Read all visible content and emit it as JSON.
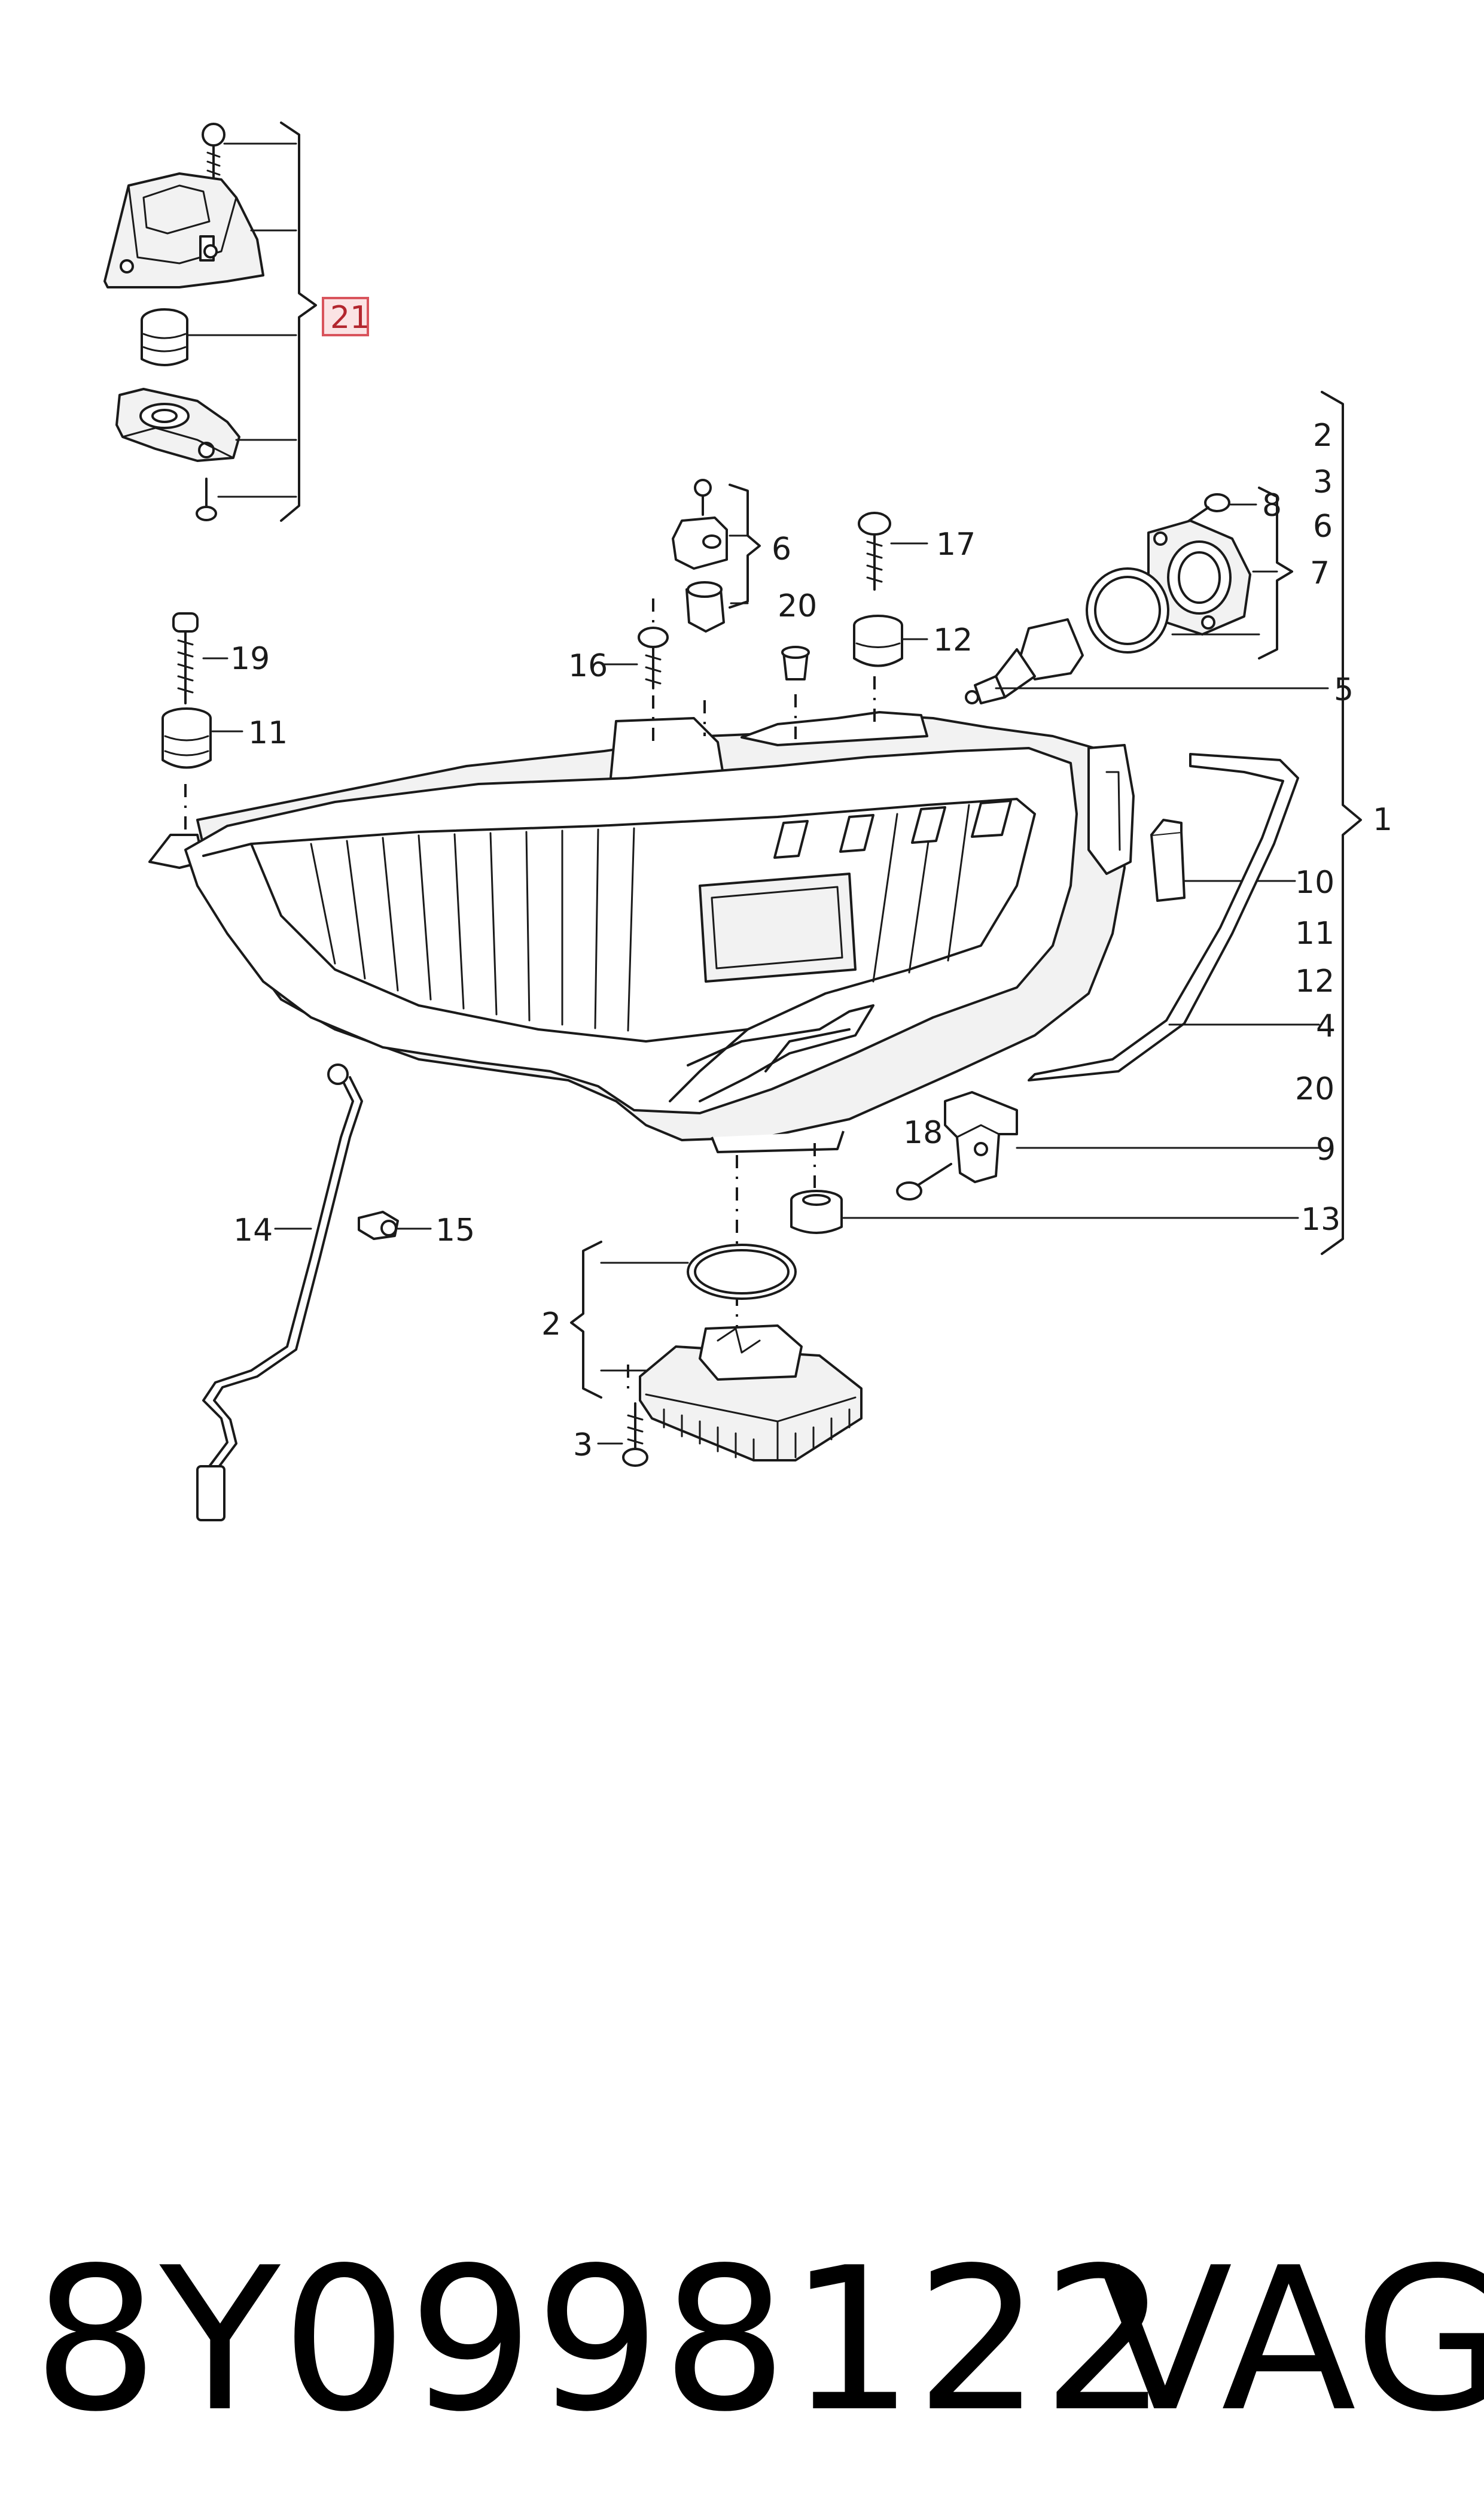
{
  "callouts": {
    "c1": "1",
    "c2_list": "2",
    "c3_list": "3",
    "c6_list": "6",
    "c7": "7",
    "c8": "8",
    "c5": "5",
    "c10": "10",
    "c11_list": "11",
    "c12_list": "12",
    "c4": "4",
    "c20_list": "20",
    "c9": "9",
    "c13": "13",
    "c6": "6",
    "c17": "17",
    "c12": "12",
    "c20": "20",
    "c16": "16",
    "c19": "19",
    "c11": "11",
    "c14": "14",
    "c15": "15",
    "c18": "18",
    "c2": "2",
    "c3": "3",
    "c21": "21"
  },
  "highlight": {
    "callout": "21",
    "color": "#d9545c"
  },
  "footer": {
    "part_number": "8Y0998122",
    "brand": "VAG"
  }
}
